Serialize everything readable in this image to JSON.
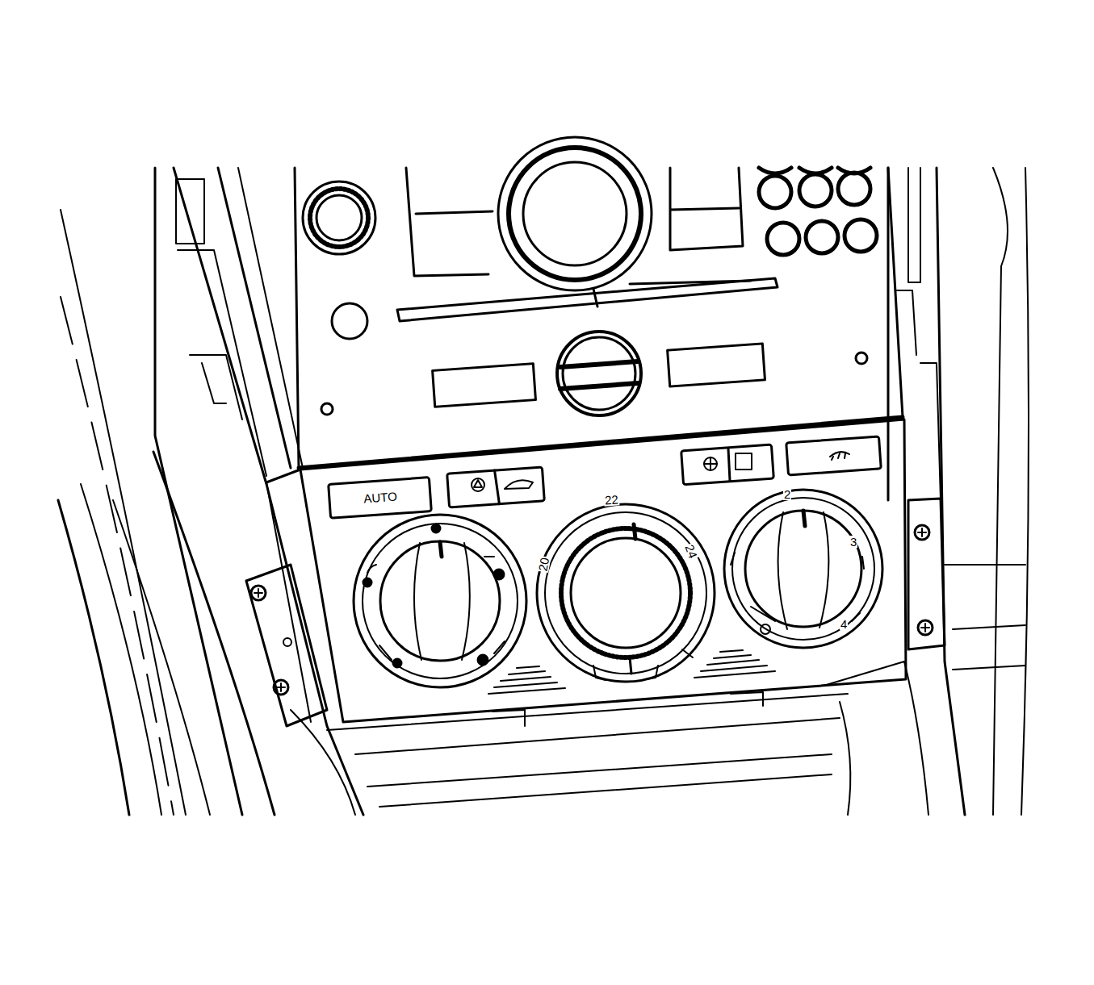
{
  "diagram": {
    "nodes": [
      {
        "text": [
          "AUTO"
        ]
      }
    ],
    "labels": [
      "22",
      "20",
      "24",
      "2",
      "3",
      "4"
    ]
  }
}
